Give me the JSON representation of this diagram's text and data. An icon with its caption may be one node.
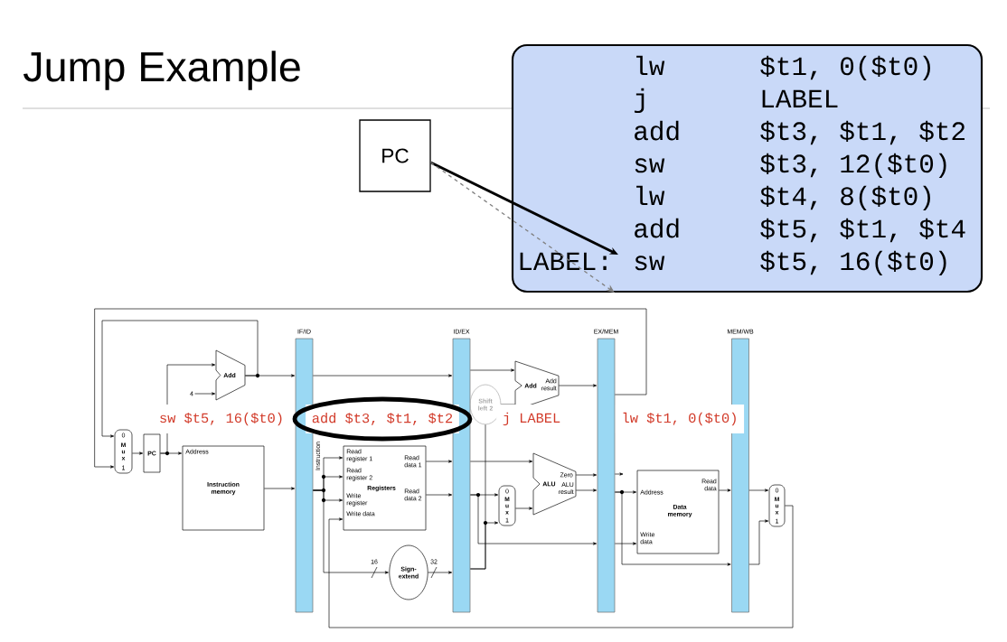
{
  "diagram": {
    "title": "Jump Example",
    "nodes": [
      {
        "text": [
          "PC"
        ]
      },
      {
        "text": [
          "lw",
          "$t1, 0($t0)",
          "j",
          "LABEL",
          "add",
          "$t3, $t1, $t2",
          "sw",
          "$t3, 12($t0)",
          "lw",
          "$t4, 8($t0)",
          "add",
          "$t5, $t1, $t4",
          "LABEL:",
          "sw",
          "$t5, 16($t0)"
        ]
      },
      {
        "text": [
          "IF/ID"
        ]
      },
      {
        "text": [
          "ID/EX"
        ]
      },
      {
        "text": [
          "EX/MEM"
        ]
      },
      {
        "text": [
          "MEM/WB"
        ]
      },
      {
        "text": [
          "0",
          "M u x",
          "1"
        ]
      },
      {
        "text": [
          "PC"
        ]
      },
      {
        "text": [
          "Add"
        ]
      },
      {
        "text": [
          "Address",
          "Instruction memory"
        ]
      },
      {
        "text": [
          "Read register 1",
          "Read register 2",
          "Write register",
          "Write data",
          "Registers",
          "Read data 1",
          "Read data 2"
        ]
      },
      {
        "text": [
          "Sign-extend"
        ]
      },
      {
        "text": [
          "Shift left 2"
        ]
      },
      {
        "text": [
          "Add",
          "Add result"
        ]
      },
      {
        "text": [
          "0",
          "M u x",
          "1"
        ]
      },
      {
        "text": [
          "ALU",
          "Zero",
          "ALU result"
        ]
      },
      {
        "text": [
          "Address",
          "Read data",
          "Data memory",
          "Write data"
        ]
      },
      {
        "text": [
          "0",
          "M u x",
          "1"
        ]
      },
      {
        "text": [
          "4"
        ]
      }
    ],
    "edges": [
      {
        "from": 6,
        "to": 7,
        "arrow": "to"
      },
      {
        "from": 7,
        "to": 8,
        "arrow": "to"
      },
      {
        "from": 7,
        "to": 9,
        "arrow": "to"
      },
      {
        "from": 18,
        "to": 8,
        "arrow": "to"
      },
      {
        "from": 8,
        "to": 2,
        "arrow": "to"
      },
      {
        "from": 8,
        "to": 6,
        "arrow": "to"
      },
      {
        "from": 4,
        "to": 6,
        "arrow": "to"
      },
      {
        "from": 9,
        "to": 2,
        "arrow": "to"
      },
      {
        "from": 2,
        "to": 3,
        "arrow": "to"
      },
      {
        "from": 2,
        "to": 10,
        "arrow": "to"
      },
      {
        "from": 2,
        "to": 10,
        "arrow": "to"
      },
      {
        "from": 2,
        "to": 10,
        "arrow": "to"
      },
      {
        "from": 2,
        "to": 11,
        "arrow": "to",
        "label": "16"
      },
      {
        "from": 17,
        "to": 10,
        "arrow": "to"
      },
      {
        "from": 10,
        "to": 3,
        "arrow": "to"
      },
      {
        "from": 10,
        "to": 3,
        "arrow": "to"
      },
      {
        "from": 11,
        "to": 3,
        "arrow": "to",
        "label": "32"
      },
      {
        "from": 3,
        "to": 13,
        "arrow": "to"
      },
      {
        "from": 3,
        "to": 12,
        "arrow": "none"
      },
      {
        "from": 3,
        "to": 14,
        "arrow": "to"
      },
      {
        "from": 12,
        "to": 13,
        "arrow": "none"
      },
      {
        "from": 3,
        "to": 15,
        "arrow": "to"
      },
      {
        "from": 3,
        "to": 14,
        "arrow": "to"
      },
      {
        "from": 3,
        "to": 4,
        "arrow": "to"
      },
      {
        "from": 14,
        "to": 15,
        "arrow": "to"
      },
      {
        "from": 13,
        "to": 4,
        "arrow": "to"
      },
      {
        "from": 15,
        "to": 4,
        "arrow": "to"
      },
      {
        "from": 15,
        "to": 4,
        "arrow": "to"
      },
      {
        "from": 4,
        "to": null,
        "arrow": "to"
      },
      {
        "from": 4,
        "to": 16,
        "arrow": "to"
      },
      {
        "from": 4,
        "to": 16,
        "arrow": "to"
      },
      {
        "from": 4,
        "to": 5,
        "arrow": "to"
      },
      {
        "from": 16,
        "to": 5,
        "arrow": "to"
      },
      {
        "from": 5,
        "to": 17,
        "arrow": "to"
      },
      {
        "from": 5,
        "to": 17,
        "arrow": "to"
      },
      {
        "from": 0,
        "to": 1,
        "arrow": "to",
        "style": "thick"
      },
      {
        "from": 0,
        "to": 1,
        "arrow": "to",
        "style": "dashed",
        "color": "#808080"
      }
    ],
    "labels": [
      "sw $t5, 16($t0)",
      "add $t3, $t1, $t2",
      "j LABEL",
      "lw $t1, 0($t0)",
      "Instruction"
    ]
  }
}
